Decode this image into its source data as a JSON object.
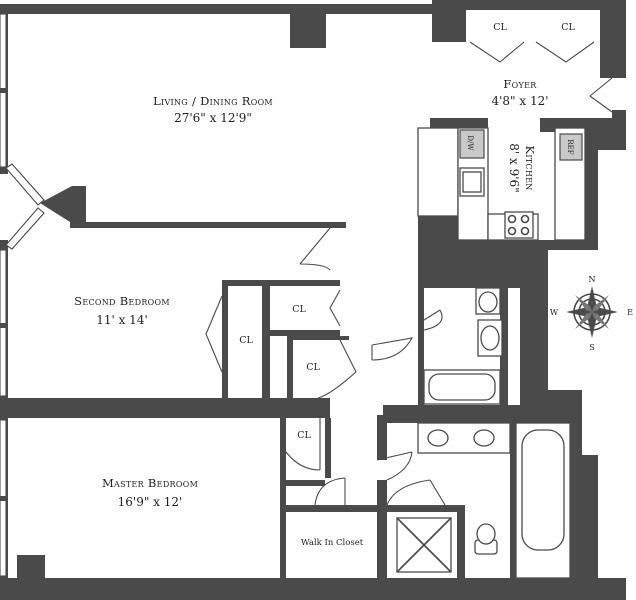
{
  "rooms": {
    "living": {
      "name": "Living / Dining Room",
      "dim": "27'6\" x 12'9\""
    },
    "foyer": {
      "name": "Foyer",
      "dim": "4'8\" x 12'"
    },
    "kitchen": {
      "name": "Kitchen",
      "dim": "8' x 9'6\""
    },
    "second_bedroom": {
      "name": "Second Bedroom",
      "dim": "11' x 14'"
    },
    "master_bedroom": {
      "name": "Master Bedroom",
      "dim": "16'9\" x 12'"
    },
    "walk_in_closet": {
      "name": "Walk In Closet"
    }
  },
  "closets": {
    "foyer_left": "CL",
    "foyer_right": "CL",
    "second_bedroom": "CL",
    "hall_upper": "CL",
    "hall_lower": "CL",
    "master_bedroom": "CL"
  },
  "appliances": {
    "dishwasher": "D/W",
    "refrigerator": "REF"
  },
  "compass": {
    "n": "N",
    "s": "S",
    "e": "E",
    "w": "W"
  }
}
